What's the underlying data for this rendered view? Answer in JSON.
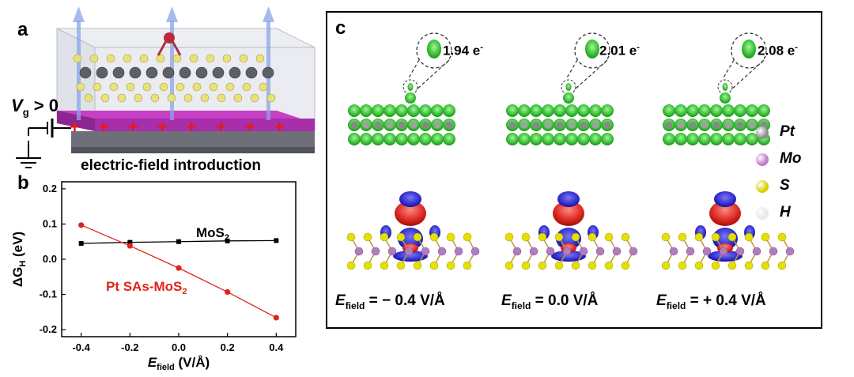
{
  "panels": {
    "a": "a",
    "b": "b",
    "c": "c"
  },
  "panel_a": {
    "gate_label_main": "V",
    "gate_label_sub": "g",
    "gate_label_rest": " > 0",
    "plus_sign": "+",
    "caption": "electric-field introduction"
  },
  "panel_c": {
    "charges": [
      "1.94 e",
      "2.01 e",
      "2.08 e"
    ],
    "charge_superscript": "-",
    "field_prefix": "E",
    "field_sub": "field",
    "field_values": [
      "= − 0.4 V/Å",
      "= 0.0 V/Å",
      "= + 0.4 V/Å"
    ],
    "legend": [
      {
        "label": "Pt",
        "color": "#8c8c8c"
      },
      {
        "label": "Mo",
        "color": "#c07ac8"
      },
      {
        "label": "S",
        "color": "#d9d000"
      },
      {
        "label": "H",
        "color": "#e8e8e8"
      }
    ]
  },
  "chart_data": {
    "type": "line",
    "xlabel_main": "E",
    "xlabel_sub": "field",
    "xlabel_unit": " (V/Å)",
    "ylabel_prefix": "ΔG",
    "ylabel_sub": "H",
    "ylabel_unit": " (eV)",
    "x": [
      -0.4,
      -0.2,
      0.0,
      0.2,
      0.4
    ],
    "xticks": [
      "-0.4",
      "-0.2",
      "0.0",
      "0.2",
      "0.4"
    ],
    "yticks": [
      "0.2",
      "0.1",
      "0.0",
      "-0.1",
      "-0.2"
    ],
    "xlim": [
      -0.48,
      0.48
    ],
    "ylim": [
      -0.22,
      0.22
    ],
    "series": [
      {
        "name": "MoS2",
        "label_main": "MoS",
        "label_sub": "2",
        "color": "#000000",
        "values": [
          0.045,
          0.048,
          0.05,
          0.052,
          0.053
        ]
      },
      {
        "name": "Pt SAs-MoS2",
        "label_main": "Pt SAs-MoS",
        "label_sub": "2",
        "color": "#e0241c",
        "values": [
          0.097,
          0.038,
          -0.025,
          -0.093,
          -0.166
        ]
      }
    ]
  }
}
